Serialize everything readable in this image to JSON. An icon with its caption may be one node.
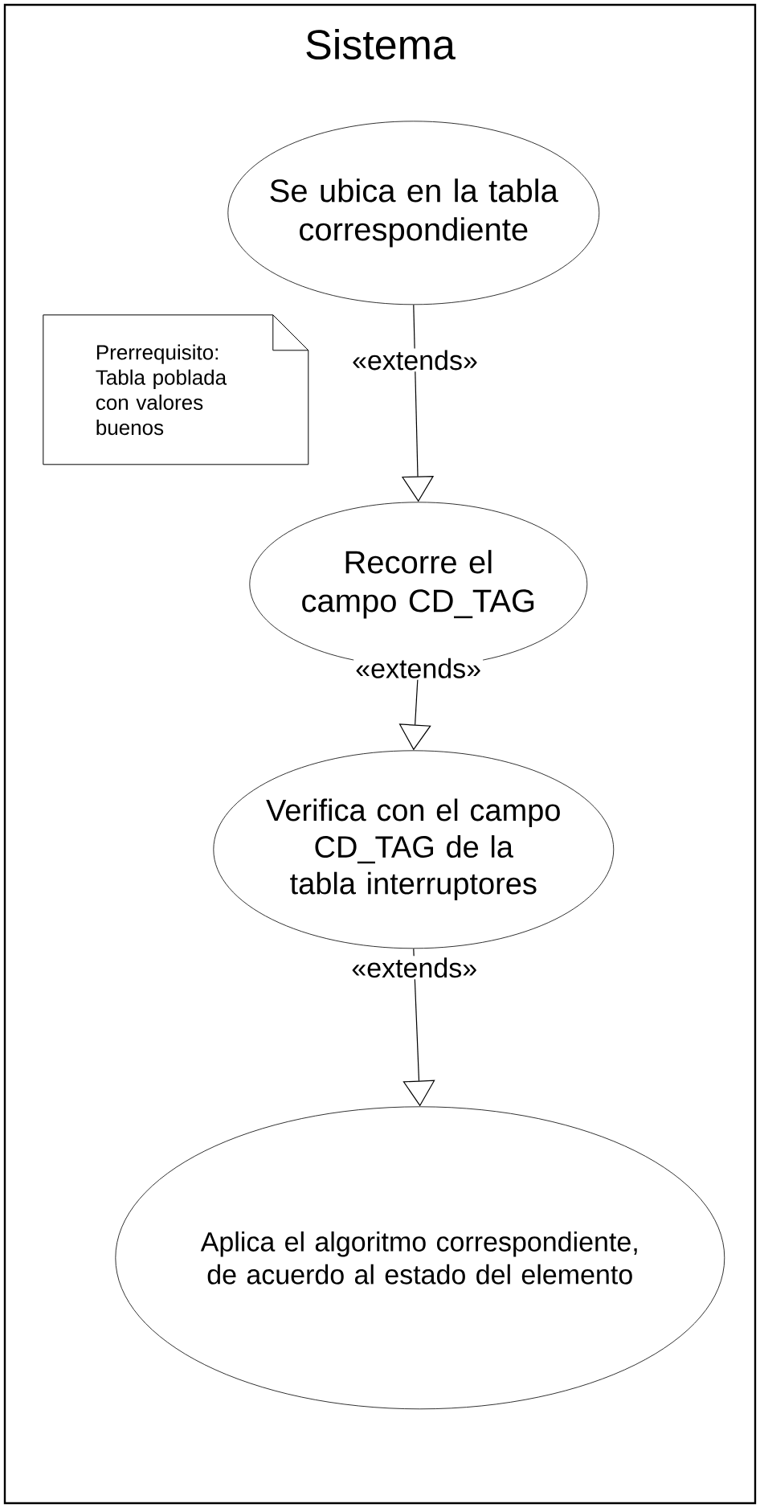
{
  "diagram": {
    "nodes": [
      {
        "text": [
          "Sistema"
        ]
      },
      {
        "text": [
          "Se ubica en la tabla correspondiente"
        ],
        "in": 0
      },
      {
        "text": [
          "Prerrequisito: Tabla poblada con valores buenos"
        ],
        "in": 0
      },
      {
        "text": [
          "Recorre el campo CD_TAG"
        ],
        "in": 0
      },
      {
        "text": [
          "Verifica con el campo CD_TAG de la tabla interruptores"
        ],
        "in": 0
      },
      {
        "text": [
          "Aplica el algoritmo correspondiente, de acuerdo al estado del elemento"
        ],
        "in": 0
      }
    ],
    "edges": [
      {
        "from": 1,
        "to": 3,
        "arrow": "to",
        "label": "«extends»"
      },
      {
        "from": 3,
        "to": 4,
        "arrow": "to",
        "label": "«extends»"
      },
      {
        "from": 4,
        "to": 5,
        "arrow": "to",
        "label": "«extends»"
      }
    ]
  }
}
